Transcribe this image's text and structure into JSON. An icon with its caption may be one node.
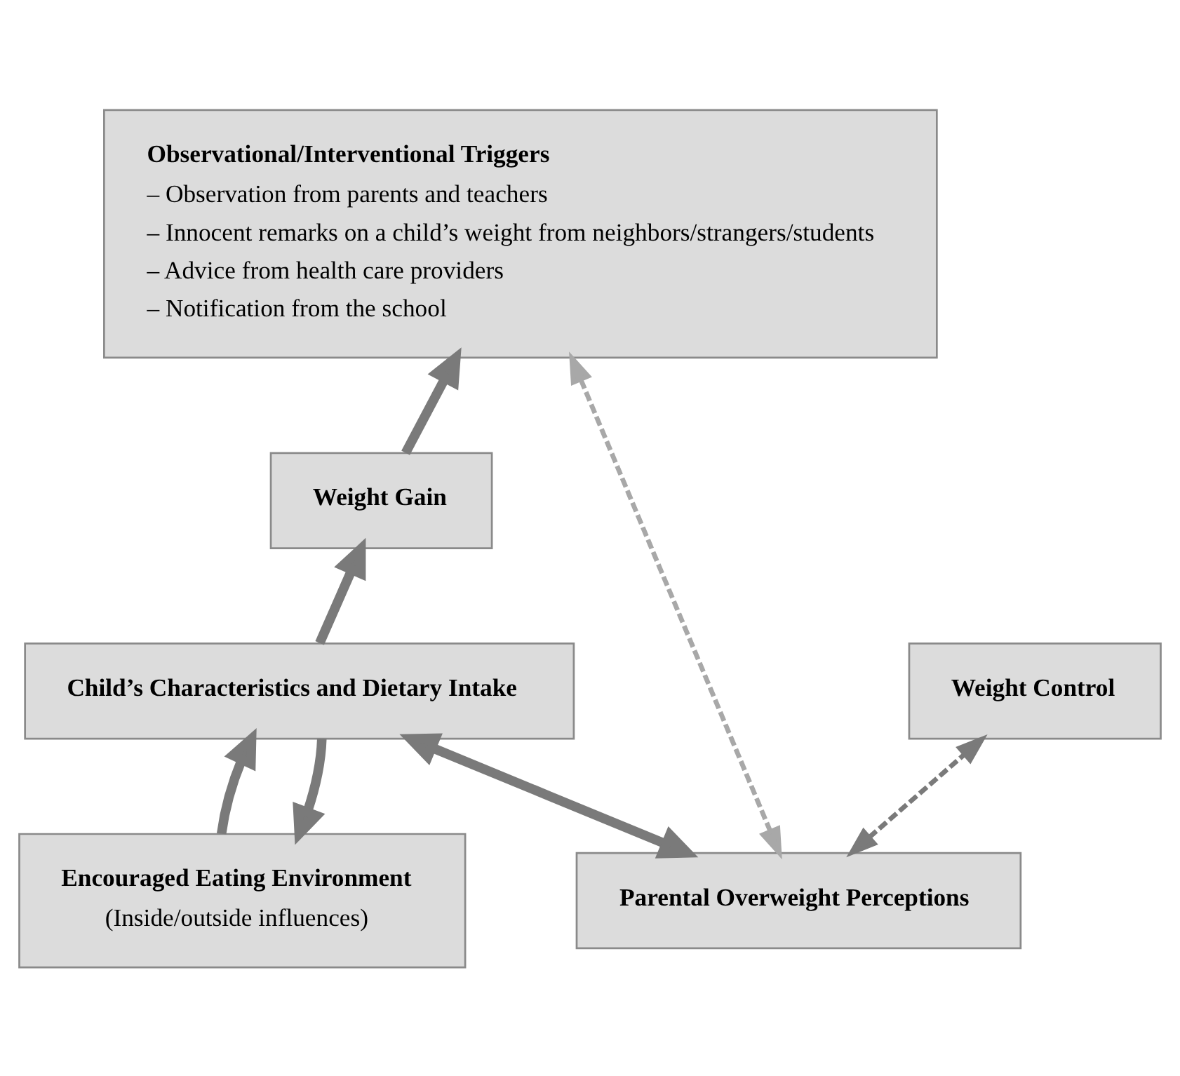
{
  "diagram": {
    "nodes": [
      {
        "text": [
          "Observational/Interventional Triggers",
          "– Observation from parents and teachers",
          "– Innocent remarks on a child’s weight from neighbors/strangers/students",
          "– Advice from health care providers",
          "– Notification from the school"
        ]
      },
      {
        "text": [
          "Weight Gain"
        ]
      },
      {
        "text": [
          "Weight Control"
        ]
      },
      {
        "text": [
          "Child’s Characteristics and Dietary Intake"
        ]
      },
      {
        "text": [
          "Parental Overweight Perceptions"
        ]
      },
      {
        "text": [
          "Encouraged Eating Environment",
          "(Inside/outside influences)"
        ]
      }
    ],
    "edges": [
      {
        "from": 4,
        "to": 0,
        "arrow": "both",
        "style": "dashed",
        "color": "#a8a8a8"
      },
      {
        "from": 4,
        "to": 2,
        "arrow": "both",
        "style": "dashed"
      },
      {
        "from": 4,
        "to": 3,
        "arrow": "both"
      },
      {
        "from": 3,
        "to": 1,
        "arrow": "to"
      },
      {
        "from": 1,
        "to": 0,
        "arrow": "to"
      },
      {
        "from": 3,
        "to": 5,
        "arrow": "to"
      },
      {
        "from": 5,
        "to": 3,
        "arrow": "to"
      }
    ]
  }
}
